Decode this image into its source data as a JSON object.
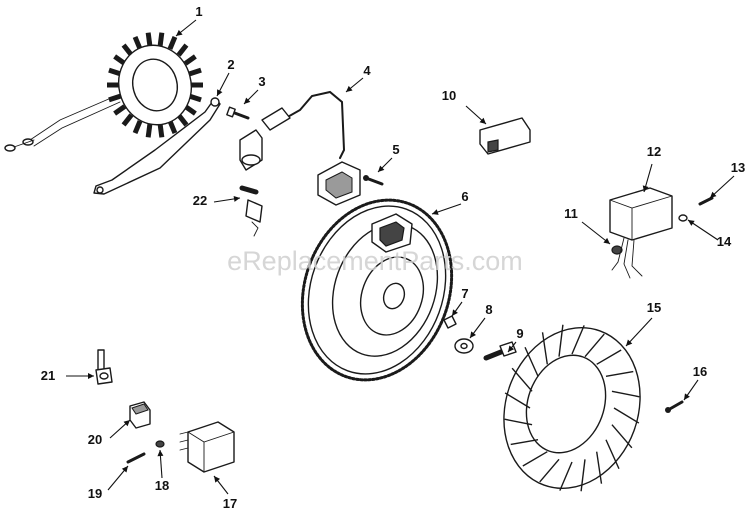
{
  "watermark": "eReplacementParts.com",
  "callouts": [
    {
      "id": "1",
      "label": "1"
    },
    {
      "id": "2",
      "label": "2"
    },
    {
      "id": "3",
      "label": "3"
    },
    {
      "id": "4",
      "label": "4"
    },
    {
      "id": "5",
      "label": "5"
    },
    {
      "id": "6",
      "label": "6"
    },
    {
      "id": "7",
      "label": "7"
    },
    {
      "id": "8",
      "label": "8"
    },
    {
      "id": "9",
      "label": "9"
    },
    {
      "id": "10",
      "label": "10"
    },
    {
      "id": "11",
      "label": "11"
    },
    {
      "id": "12",
      "label": "12"
    },
    {
      "id": "13",
      "label": "13"
    },
    {
      "id": "14",
      "label": "14"
    },
    {
      "id": "15",
      "label": "15"
    },
    {
      "id": "16",
      "label": "16"
    },
    {
      "id": "17",
      "label": "17"
    },
    {
      "id": "18",
      "label": "18"
    },
    {
      "id": "19",
      "label": "19"
    },
    {
      "id": "20",
      "label": "20"
    },
    {
      "id": "21",
      "label": "21"
    },
    {
      "id": "22",
      "label": "22"
    }
  ]
}
